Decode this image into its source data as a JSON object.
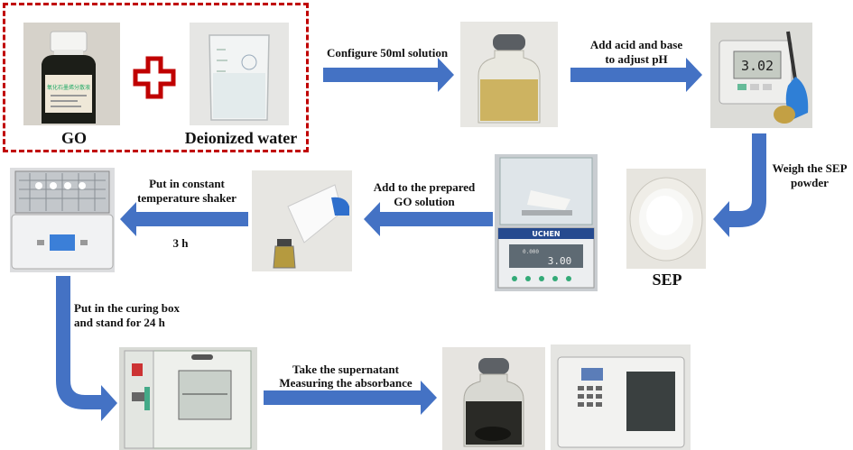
{
  "labels": {
    "go": "GO",
    "water": "Deionized water",
    "configure": "Configure 50ml solution",
    "acid_base_1": "Add acid and base",
    "acid_base_2": "to adjust pH",
    "weigh_1": "Weigh the SEP",
    "weigh_2": "powder",
    "sep": "SEP",
    "add_go_1": "Add to the prepared",
    "add_go_2": "GO solution",
    "shaker_1": "Put in constant",
    "shaker_2": "temperature shaker",
    "shaker_time": "3 h",
    "curing_1": "Put in the curing box",
    "curing_2": "and stand for 24 h",
    "super_1": "Take the supernatant",
    "super_2": "Measuring the absorbance"
  },
  "photos": {
    "go_bottle_label": "氧化石墨烯分散液",
    "ph_meter_reading": "3.02",
    "balance_brand": "UCHEN",
    "balance_reading": "3.00",
    "balance_top_readout": "0.000"
  },
  "colors": {
    "arrow": "#4472C4",
    "dashed_box": "#C00000",
    "plus": "#C00000"
  }
}
